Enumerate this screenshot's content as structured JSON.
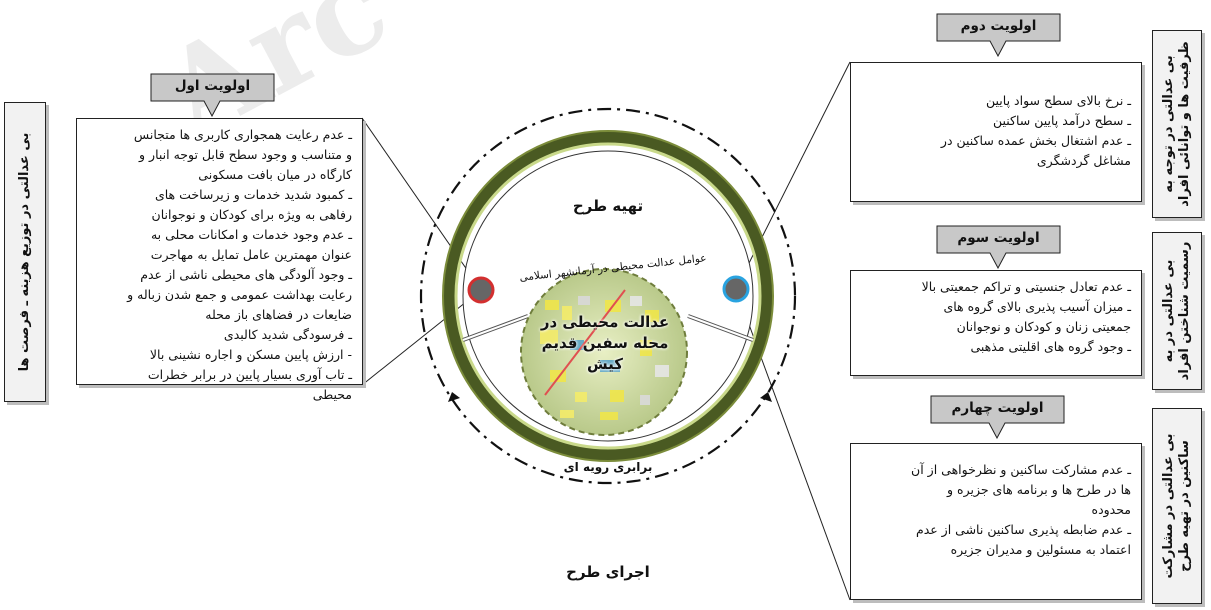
{
  "watermark": "Arc",
  "center": {
    "title_top": "تهیه طرح",
    "title_bottom": "اجرای طرح",
    "ring_label": "عوامل عدالت محیطی در آرمانشهر اسلامی",
    "core_line1": "عدالت محیطی در",
    "core_line2": "محله سفین قدیم",
    "core_line3": "کیش",
    "bottom_label": "برابری رویه ای"
  },
  "left": {
    "vertical_label": "بی عدالتی در توزیع هزینه ـ فرصت ها",
    "priority_tag": "اولویت اول",
    "items": [
      "ـ عدم رعایت همجواری کاربری ها متجانس",
      "و متناسب و وجود سطح قابل توجه انبار و",
      "کارگاه در میان بافت مسکونی",
      "ـ کمبود شدید خدمات و زیرساخت های",
      "رفاهی به ویژه برای کودکان و نوجوانان",
      "ـ عدم وجود خدمات و امکانات محلی به",
      "عنوان مهمترین عامل تمایل به مهاجرت",
      "ـ وجود آلودگی های محیطی ناشی از عدم",
      "رعایت بهداشت عمومی و جمع شدن زباله و",
      "ضایعات در فضاهای باز محله",
      "ـ فرسودگی شدید کالبدی",
      "- ارزش پایین مسکن و اجاره نشینی بالا",
      "ـ تاب آوری بسیار پایین در برابر خطرات",
      "محیطی"
    ]
  },
  "right": [
    {
      "priority_tag": "اولویت دوم",
      "vertical_label_1": "بی عدالتی در توجه به",
      "vertical_label_2": "ظرفیت ها و توانائی افراد",
      "items": [
        "ـ نرخ بالای سطح سواد پایین",
        "ـ سطح درآمد پایین ساکنین",
        "ـ عدم اشتغال بخش عمده ساکنین در",
        "مشاغل گردشگری"
      ]
    },
    {
      "priority_tag": "اولویت سوم",
      "vertical_label_1": "بی عدالتی در به",
      "vertical_label_2": "رسمیت شناختن افراد",
      "items": [
        "ـ عدم تعادل جنسیتی و تراکم جمعیتی بالا",
        "ـ میزان آسیب پذیری بالای گروه های",
        "جمعیتی زنان و کودکان و نوجوانان",
        "ـ وجود گروه های اقلیتی مذهبی"
      ]
    },
    {
      "priority_tag": "اولویت چهارم",
      "vertical_label_1": "بی عدالتی در مشارکت",
      "vertical_label_2": "ساکنین در تهیه طرح",
      "items": [
        "ـ عدم مشارکت ساکنین و نظرخواهی از آن",
        "ها در طرح ها و برنامه های جزیره و",
        "محدوده",
        "ـ عدم ضابطه پذیری ساکنین ناشی از عدم",
        "اعتماد به مسئولین و مدیران جزیره"
      ]
    }
  ],
  "colors": {
    "ring_dark": "#4a5a22",
    "ring_light": "#c9d98a",
    "node_left": "#d32f2f",
    "node_right": "#29a3e0",
    "box_border": "#222222",
    "tag_fill": "#c8c8c8"
  }
}
